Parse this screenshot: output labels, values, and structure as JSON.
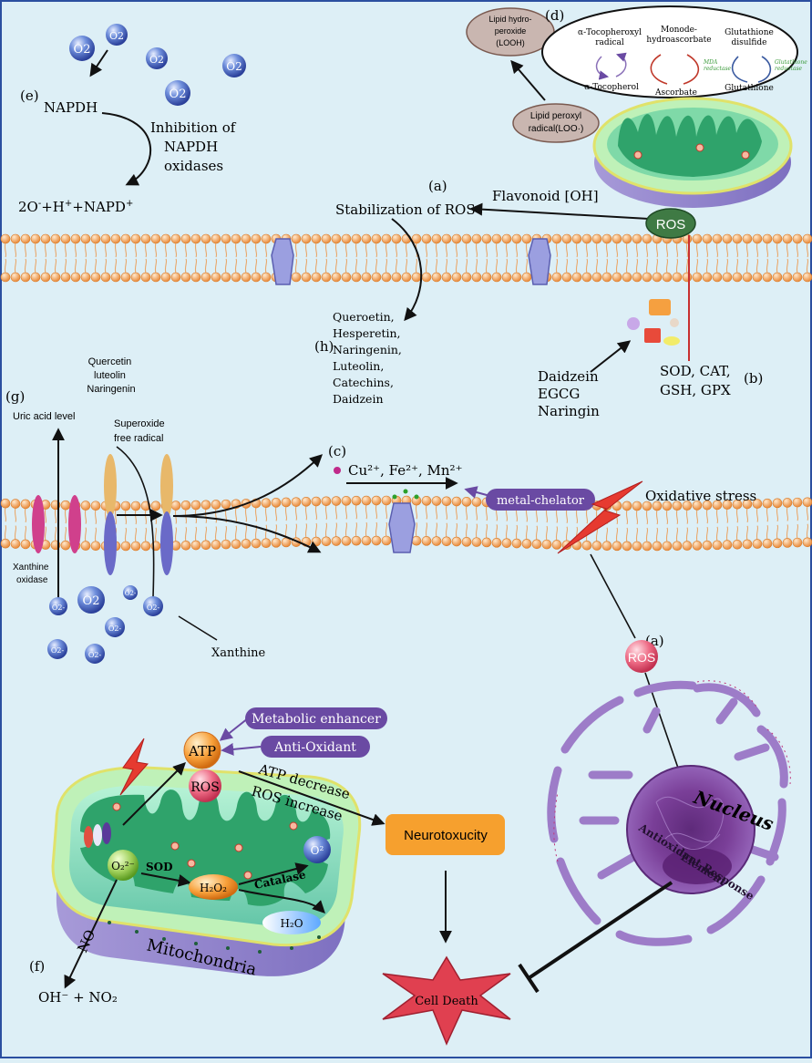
{
  "o2_label": "O2",
  "o2_sub_label": "O2-",
  "e": {
    "letter": "(e)",
    "nadph": "NAPDH",
    "inhibition_line1": "Inhibition of",
    "inhibition_line2": "NAPDH",
    "inhibition_line3": "oxidases",
    "product_a": "2O",
    "product_b": "-",
    "product_c": "+H",
    "product_d": "+",
    "product_e": "+NAPD",
    "product_f": "+"
  },
  "d": {
    "letter": "(d)",
    "lipid_hydroperoxide_1": "Lipid hydro-",
    "lipid_hydroperoxide_2": "peroxide",
    "lipid_hydroperoxide_3": "(LOOH)",
    "lipid_peroxyl_1": "Lipid peroxyl",
    "lipid_peroxyl_2": "radical(LOO·)",
    "toco_radical_1": "α-Tocopheroxyl",
    "toco_radical_2": "radical",
    "monodehydro_1": "Monode-",
    "monodehydro_2": "hydroascorbate",
    "glut_disulfide_1": "Glutathione",
    "glut_disulfide_2": "disulfide",
    "tocopherol": "α-Tocopherol",
    "ascorbate": "Ascorbate",
    "glutathione": "Glutathione",
    "mdha_reductase_1": "MDA",
    "mdha_reductase_2": "reductase",
    "glut_reductase_1": "Glutathione",
    "glut_reductase_2": "reductase"
  },
  "a_top": {
    "letter": "(a)",
    "stabilization": "Stabilization of ROS",
    "flavonoid": "Flavonoid [OH]",
    "ros": "ROS"
  },
  "h": {
    "letter": "(h)",
    "flavonoids": [
      "Queroetin,",
      "Hesperetin,",
      "Naringenin,",
      "Luteolin,",
      "Catechins,",
      "Daidzein"
    ]
  },
  "b": {
    "letter": "(b)",
    "compounds": [
      "Daidzein",
      "EGCG",
      "Naringin"
    ],
    "enzymes_line1": "SOD, CAT,",
    "enzymes_line2": "GSH, GPX"
  },
  "g": {
    "letter": "(g)",
    "compounds": [
      "Quercetin",
      "luteolin",
      "Naringenin"
    ],
    "uric_acid": "Uric acid level",
    "superoxide_1": "Superoxide",
    "superoxide_2": "free radical",
    "xanthine_oxidase_1": "Xanthine",
    "xanthine_oxidase_2": "oxidase",
    "xanthine": "Xanthine"
  },
  "c": {
    "letter": "(c)",
    "metals": "Cu²⁺, Fe²⁺, Mn²⁺",
    "chelator": "metal-chelator",
    "oxidative_stress": "Oxidative stress"
  },
  "a_bottom": {
    "letter": "(a)",
    "ros": "ROS"
  },
  "nucleus": {
    "title": "Nucleus",
    "are_1": "Antioxidant Response",
    "are_2": "Element"
  },
  "mito": {
    "atp": "ATP",
    "ros": "ROS",
    "metabolic_enhancer": "Metabolic enhancer",
    "anti_oxidant": "Anti-Oxidant",
    "atp_decrease": "ATP decrease",
    "ros_increase": "ROS increase",
    "neurotoxicity": "Neurotoxucity",
    "cell_death": "Cell Death",
    "superoxide": "O₂²⁻",
    "sod": "SOD",
    "h2o2": "H₂O₂",
    "catalase": "Catalase",
    "o2": "O²",
    "h2o": "H₂O",
    "mitochondria": "Mitochondria"
  },
  "f": {
    "letter": "(f)",
    "no": "NO",
    "products": "OH⁻ + NO₂"
  },
  "colors": {
    "background": "#ddeff6",
    "membrane": "#f0a35a",
    "mito_green": "#2fa36b",
    "purple_label": "#6a4aa3",
    "neuro_orange": "#f6a02e",
    "cell_death_red": "#e04050",
    "nucleus_purple": "#9a6cc0",
    "ros_pink": "#e45c78",
    "chelator_line": "#d03030"
  }
}
